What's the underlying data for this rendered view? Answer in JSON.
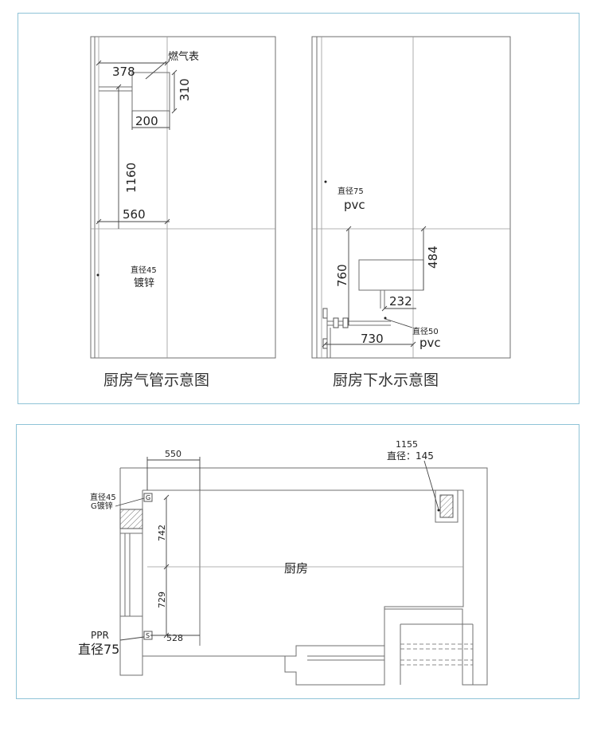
{
  "gas_diagram": {
    "caption": "厨房气管示意图",
    "meter_label": "燃气表",
    "dims": {
      "d378": "378",
      "d310": "310",
      "d200": "200",
      "d1160": "1160",
      "d560": "560"
    },
    "pipe_note": {
      "size": "直径45",
      "material": "镀锌"
    }
  },
  "drain_diagram": {
    "caption": "厨房下水示意图",
    "upper_pipe": {
      "size": "直径75",
      "material": "pvc"
    },
    "dims": {
      "d484": "484",
      "d760": "760",
      "d232": "232",
      "d730": "730"
    },
    "lower_pipe": {
      "size": "直径50",
      "material": "pvc"
    }
  },
  "floor_plan": {
    "room_label": "厨房",
    "dims": {
      "d550": "550",
      "d742": "742",
      "d729": "729",
      "d528": "528"
    },
    "top_note": {
      "line1": "1155",
      "line2": "直径：145"
    },
    "gas_note": {
      "line1": "直径45",
      "line2": "G镀锌"
    },
    "water_note": {
      "line1": "PPR",
      "line2": "直径75"
    },
    "marker_g": "G",
    "marker_s": "S"
  },
  "colors": {
    "panel_border": "#8fc3d7",
    "line": "#6f6f6f",
    "text": "#222222"
  }
}
